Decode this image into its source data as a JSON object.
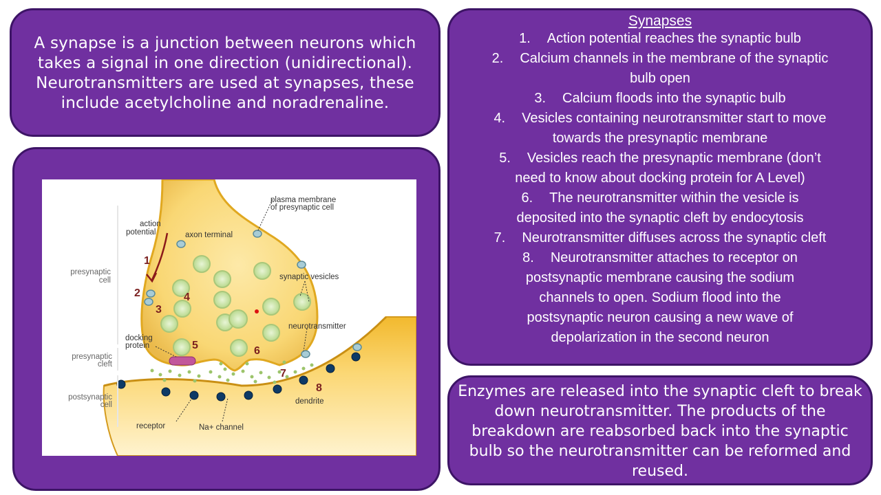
{
  "intro": {
    "text": "A synapse is a junction between neurons which takes a signal in one direction (unidirectional). Neurotransmitters are used at synapses, these include acetylcholine and noradrenaline."
  },
  "steps": {
    "title": "Synapses",
    "items": [
      {
        "num": "1.",
        "text": "Action potential reaches the synaptic bulb"
      },
      {
        "num": "2.",
        "text": "Calcium channels in the membrane of the synaptic"
      },
      {
        "num": "",
        "text": "bulb open"
      },
      {
        "num": "3.",
        "text": "Calcium floods into the synaptic bulb"
      },
      {
        "num": "4.",
        "text": "Vesicles containing neurotransmitter start to move"
      },
      {
        "num": "",
        "text": "towards the presynaptic membrane"
      },
      {
        "num": "5.",
        "text": "Vesicles reach the presynaptic membrane (don’t"
      },
      {
        "num": "",
        "text": "need to know about docking protein for A Level)"
      },
      {
        "num": "6.",
        "text": "The neurotransmitter within the vesicle is"
      },
      {
        "num": "",
        "text": "deposited into the synaptic cleft by endocytosis"
      },
      {
        "num": "7.",
        "text": "Neurotransmitter diffuses across the synaptic cleft"
      },
      {
        "num": "8.",
        "text": "Neurotransmitter attaches to receptor on"
      },
      {
        "num": "",
        "text": "postsynaptic membrane causing the sodium"
      },
      {
        "num": "",
        "text": "channels to open. Sodium flood into the"
      },
      {
        "num": "",
        "text": "postsynaptic neuron causing a new wave of"
      },
      {
        "num": "",
        "text": "depolarization in the second neuron"
      }
    ]
  },
  "enzymes": {
    "text": "Enzymes are released into the synaptic cleft to break down neurotransmitter. The products of the breakdown are reabsorbed back into the synaptic bulb so the neurotransmitter can be reformed and reused."
  },
  "diagram": {
    "labels": {
      "plasma_membrane_1": "plasma membrane",
      "plasma_membrane_2": "of presynaptic cell",
      "action_1": "action",
      "action_2": "potential",
      "axon_terminal": "axon terminal",
      "presynaptic_cell_1": "presynaptic",
      "presynaptic_cell_2": "cell",
      "synaptic_vesicles": "synaptic vesicles",
      "neurotransmitter": "neurotransmitter",
      "docking_1": "docking",
      "docking_2": "protein",
      "presynaptic_cleft_1": "presynaptic",
      "presynaptic_cleft_2": "cleft",
      "postsynaptic_cell_1": "postsynaptic",
      "postsynaptic_cell_2": "cell",
      "dendrite": "dendrite",
      "receptor": "receptor",
      "na_channel": "Na+ channel"
    },
    "step_numbers": [
      "1",
      "2",
      "3",
      "4",
      "5",
      "6",
      "7",
      "8"
    ],
    "colors": {
      "panel": "#7030a0",
      "cell_fill": "#f9d774",
      "cell_edge": "#e0a820",
      "vesicle": "#cde8b0",
      "step_number": "#7a1f1f",
      "channel": "#0e3a66"
    }
  }
}
